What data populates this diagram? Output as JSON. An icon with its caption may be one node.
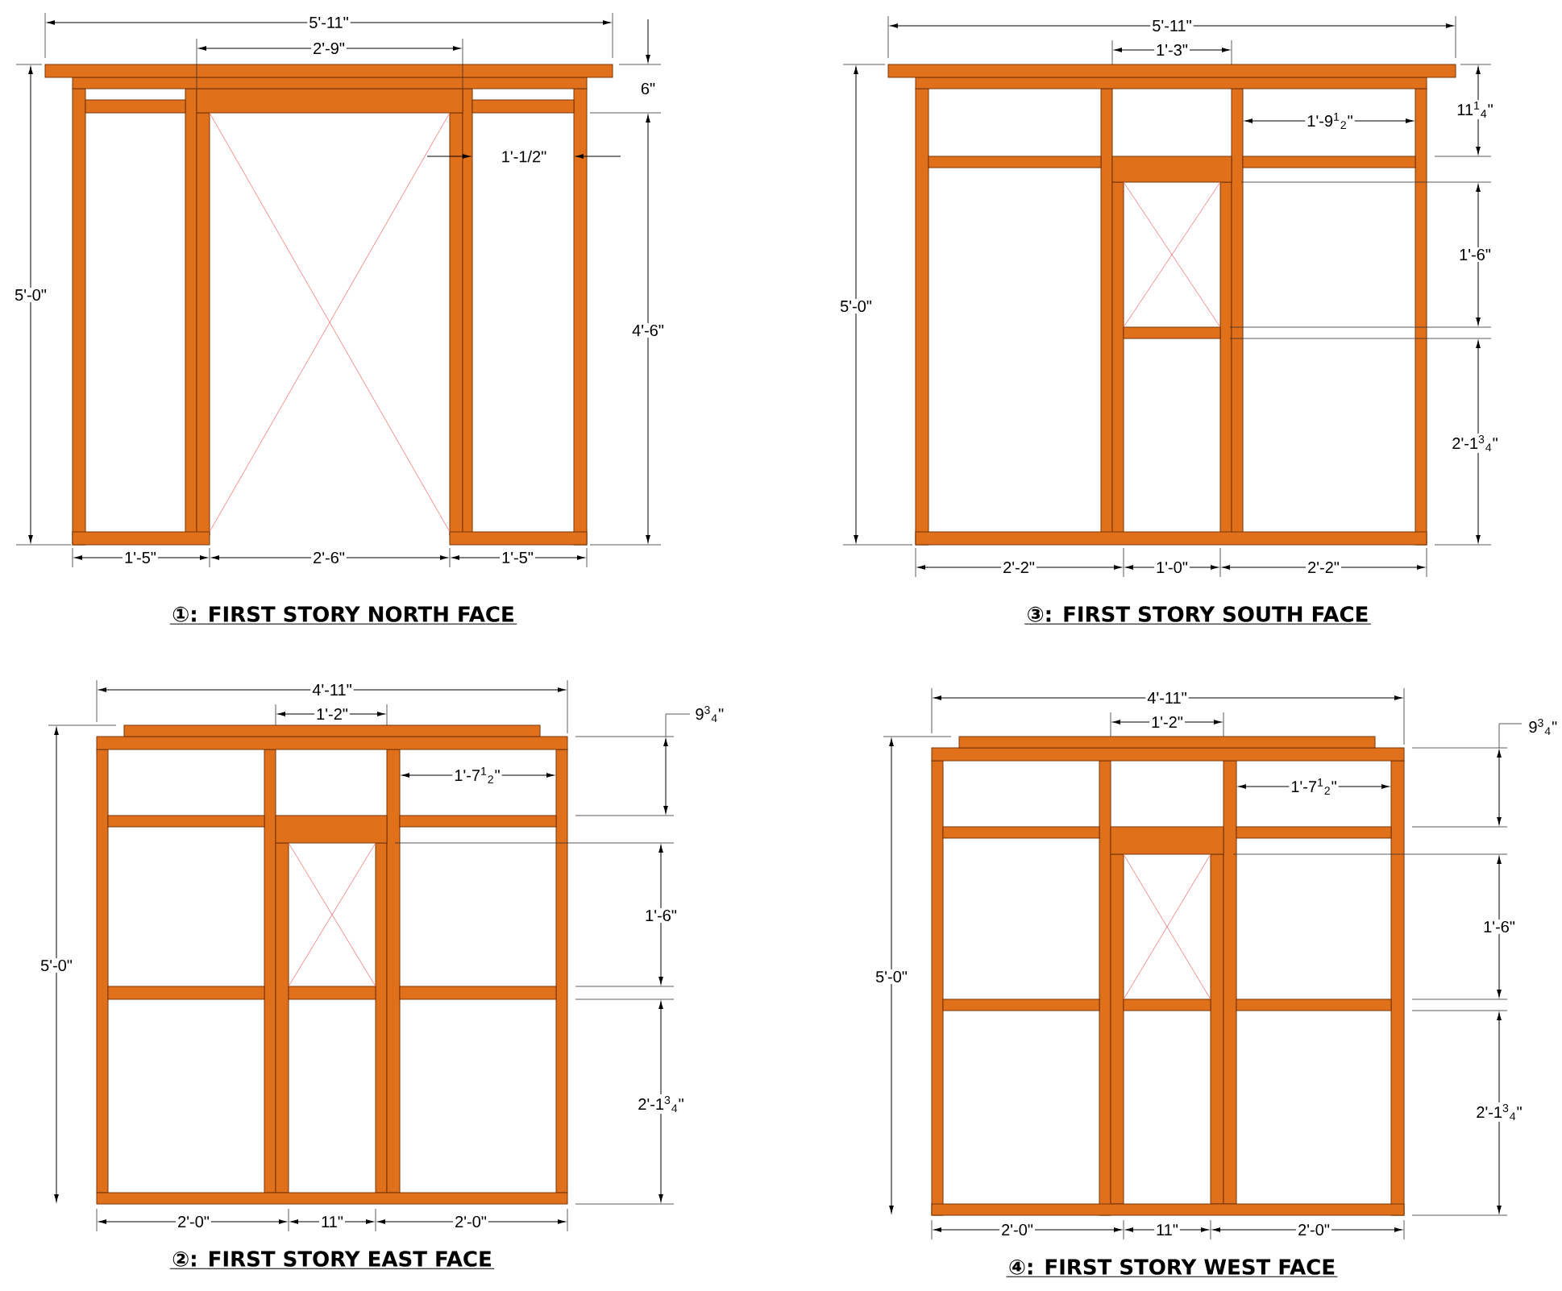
{
  "diagram": {
    "labels": [
      "5'-11\"",
      "2'-9\"",
      "6\"",
      "1'-1/2\"",
      "5'-0\"",
      "4'-6\"",
      "1'-5\"",
      "2'-6\"",
      "1'-5\"",
      "①: FIRST STORY NORTH FACE",
      "5'-11\"",
      "1'-3\"",
      "11$^{1}$$_{4}$\"",
      "1'-9$^{1}$$_{2}$\"",
      "5'-0\"",
      "1'-6\"",
      "2'-1$^{3}$$_{4}$\"",
      "2'-2\"",
      "1'-0\"",
      "2'-2\"",
      "③: FIRST STORY SOUTH FACE",
      "4'-11\"",
      "1'-2\"",
      "9$^{3}$$_{4}$\"",
      "1'-7$^{1}$$_{2}$\"",
      "5'-0\"",
      "1'-6\"",
      "2'-1$^{3}$$_{4}$\"",
      "2'-0\"",
      "11\"",
      "2'-0\"",
      "②: FIRST STORY EAST FACE",
      "4'-11\"",
      "1'-2\"",
      "9$^{3}$$_{4}$\"",
      "1'-7$^{1}$$_{2}$\"",
      "5'-0\"",
      "1'-6\"",
      "2'-1$^{3}$$_{4}$\"",
      "2'-0\"",
      "11\"",
      "2'-0\"",
      "④: FIRST STORY WEST FACE"
    ]
  }
}
